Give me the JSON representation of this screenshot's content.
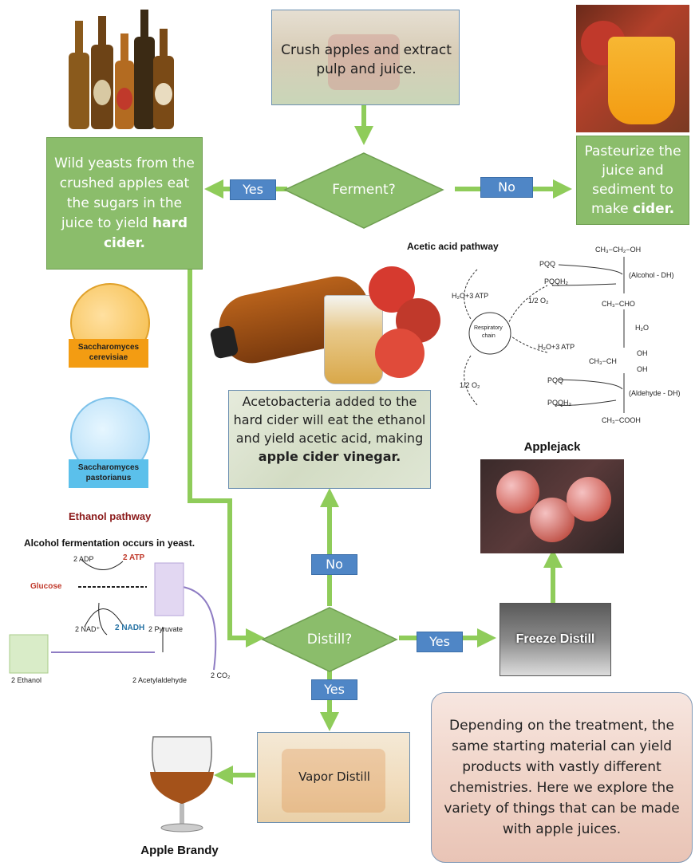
{
  "steps": {
    "crush": "Crush apples and extract pulp and juice.",
    "ferment": "Ferment?",
    "yes_left": "Yes",
    "no_right": "No",
    "hard_cider_pre": "Wild yeasts from the crushed apples eat the sugars in the juice to yield ",
    "hard_cider_bold": "hard cider.",
    "pasteurize_pre": "Pasteurize the juice and sediment to make ",
    "pasteurize_bold": "cider.",
    "vinegar_pre": "Acetobacteria added to the hard cider will eat the ethanol and yield acetic acid, making ",
    "vinegar_bold": "apple cider vinegar.",
    "distill": "Distill?",
    "distill_no": "No",
    "distill_yes_right": "Yes",
    "distill_yes_down": "Yes",
    "freeze": "Freeze Distill",
    "vapor": "Vapor Distill",
    "summary": "Depending on the treatment, the same starting material can yield products with vastly different chemistries. Here we explore the variety of things that can be made with apple juices."
  },
  "captions": {
    "applejack": "Applejack",
    "brandy": "Apple Brandy"
  },
  "yeast": {
    "s1_line1": "Saccharomyces",
    "s1_line2": "cerevisiae",
    "s2_line1": "Saccharomyces",
    "s2_line2": "pastorianus"
  },
  "ethanol": {
    "title": "Ethanol pathway",
    "subtitle": "Alcohol fermentation occurs in yeast.",
    "adp": "2 ADP",
    "atp": "2 ATP",
    "glucose": "Glucose",
    "nad": "2 NAD⁺",
    "nadh": "2 NADH",
    "pyruvate": "2 Pyruvate",
    "ethanol": "2 Ethanol",
    "acetaldehyde": "2 Acetylaldehyde",
    "co2": "2 CO₂"
  },
  "acetic": {
    "title": "Acetic acid pathway",
    "ethanol_formula": "CH₃−CH₂−OH",
    "alcohol_dh": "(Alcohol - DH)",
    "acetaldehyde_formula": "CH₃−CHO",
    "h2o": "H₂O",
    "hydrate_formula": "CH₃−CH",
    "oh1": "OH",
    "oh2": "OH",
    "aldehyde_dh": "(Aldehyde - DH)",
    "acetic_formula": "CH₃−COOH",
    "pqq1": "PQQ",
    "pqqh1": "PQQH₂",
    "pqq2": "PQQ",
    "pqqh2": "PQQH₂",
    "atp1": "H₂O+3 ATP",
    "atp2": "H₂O+3 ATP",
    "o2a": "1/2 O₂",
    "o2b": "1/2 O₂",
    "chain_line1": "Respiratory",
    "chain_line2": "chain"
  },
  "colors": {
    "green": "#8bbd6b",
    "arrow": "#8fcc5a",
    "pill": "#4f86c6"
  }
}
